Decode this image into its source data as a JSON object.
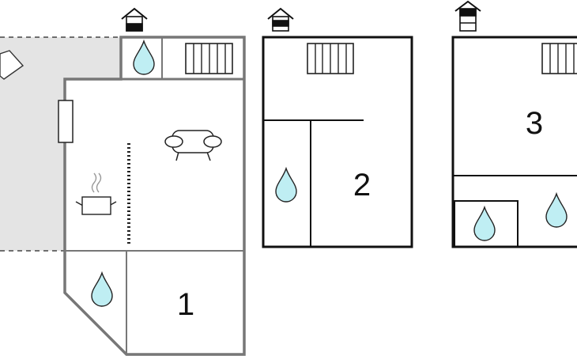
{
  "colors": {
    "outdoor": "#e4e4e4",
    "water": "#bfeef3",
    "wall_ground": "#777777",
    "wall_upper": "#111111"
  },
  "floors": [
    {
      "level": "ground",
      "floor_icon": "house-ground-floor-icon",
      "rooms": [
        {
          "label": "1",
          "type": "bedroom"
        },
        {
          "type": "bathroom",
          "icon": "water-drop-icon"
        },
        {
          "type": "bathroom",
          "icon": "water-drop-icon"
        },
        {
          "type": "living-kitchen",
          "icons": [
            "sofa-icon",
            "cooking-pot-icon",
            "radiator-icon",
            "window-icon"
          ]
        }
      ],
      "outdoor": {
        "type": "terrace",
        "icon": "sun-lounger-icon"
      }
    },
    {
      "level": "first",
      "floor_icon": "house-first-floor-icon",
      "rooms": [
        {
          "label": "2",
          "type": "bedroom"
        },
        {
          "type": "bathroom",
          "icon": "water-drop-icon"
        }
      ]
    },
    {
      "level": "second",
      "floor_icon": "house-second-floor-icon",
      "rooms": [
        {
          "label": "3",
          "type": "bedroom"
        },
        {
          "type": "bathroom",
          "icon": "water-drop-icon"
        },
        {
          "type": "bathroom",
          "icon": "water-drop-icon"
        }
      ]
    }
  ]
}
